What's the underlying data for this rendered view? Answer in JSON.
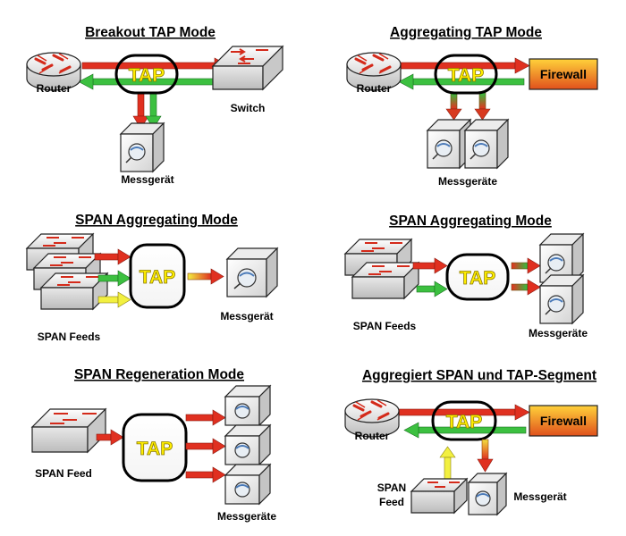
{
  "panels": [
    {
      "title": "Breakout TAP Mode",
      "router": "Router",
      "tap": "TAP",
      "switch": "Switch",
      "device": "Messgerät"
    },
    {
      "title": "Aggregating TAP Mode",
      "router": "Router",
      "tap": "TAP",
      "firewall": "Firewall",
      "device": "Messgeräte"
    },
    {
      "title": "SPAN Aggregating Mode",
      "tap": "TAP",
      "feeds": "SPAN Feeds",
      "device": "Messgerät"
    },
    {
      "title": "SPAN Aggregating Mode",
      "tap": "TAP",
      "feeds": "SPAN Feeds",
      "device": "Messgeräte"
    },
    {
      "title": "SPAN Regeneration Mode",
      "tap": "TAP",
      "feeds": "SPAN Feed",
      "device": "Messgeräte"
    },
    {
      "title": "Aggregiert SPAN und TAP-Segment",
      "router": "Router",
      "tap": "TAP",
      "firewall": "Firewall",
      "feed_line1": "SPAN",
      "feed_line2": "Feed",
      "device": "Messgerät"
    }
  ],
  "colors": {
    "red_arrow": "#e03020",
    "green_arrow": "#3cc040",
    "yellow_arrow": "#f2f040",
    "tap_text": "#ffee00",
    "firewall_top": "#ffd23a",
    "firewall_bottom": "#e0501c"
  },
  "icons": [
    "router-icon",
    "switch-icon",
    "measurement-device-icon",
    "firewall-icon",
    "tap-box",
    "arrow"
  ]
}
